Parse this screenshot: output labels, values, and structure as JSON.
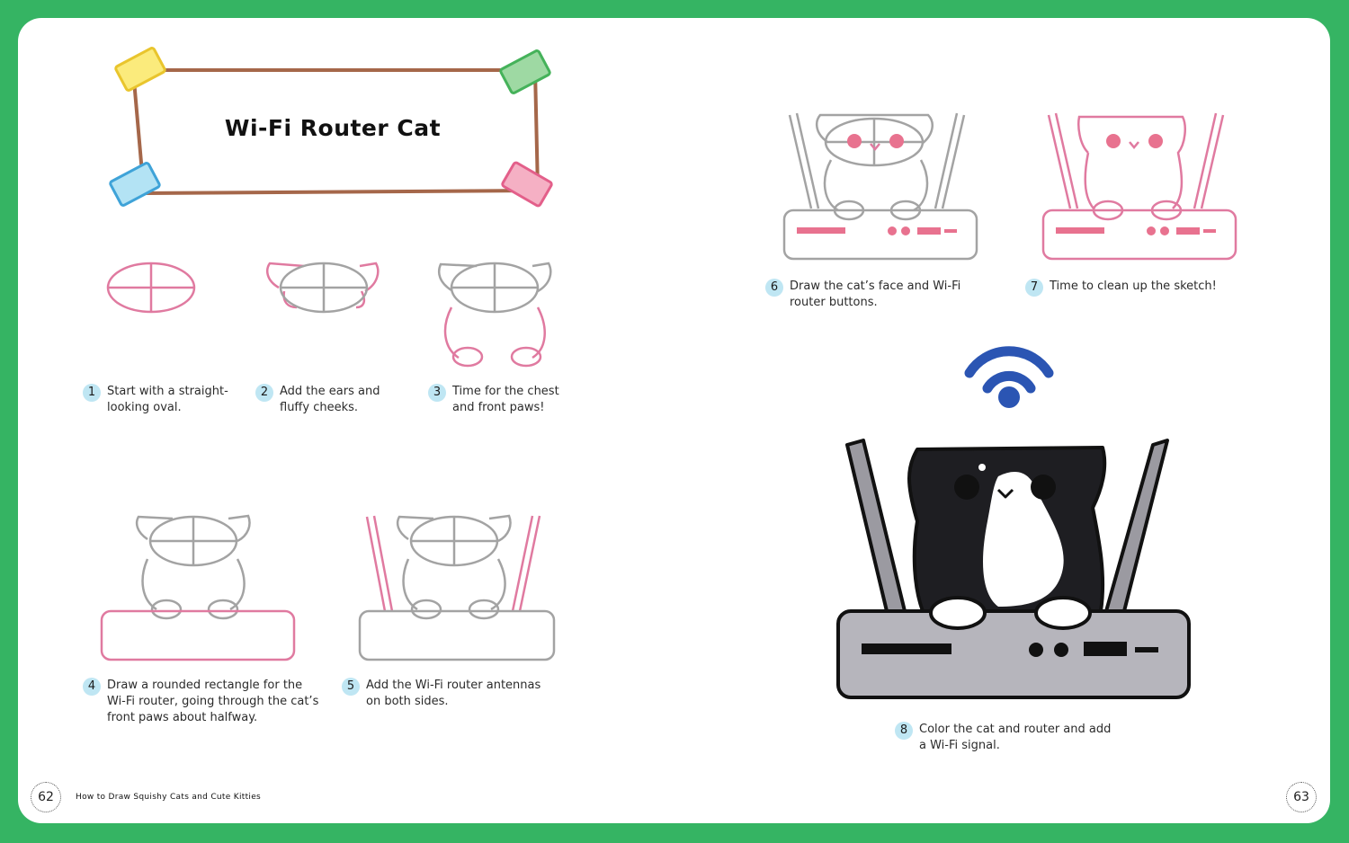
{
  "title": "Wi-Fi Router Cat",
  "steps": [
    {
      "num": "1",
      "text": "Start with a straight-\nlooking oval."
    },
    {
      "num": "2",
      "text": "Add the ears and\nfluffy cheeks."
    },
    {
      "num": "3",
      "text": "Time for the chest\nand front paws!"
    },
    {
      "num": "4",
      "text": "Draw a rounded rectangle for the\nWi-Fi router, going through the cat’s\nfront paws about halfway."
    },
    {
      "num": "5",
      "text": "Add the Wi-Fi router antennas\non both sides."
    },
    {
      "num": "6",
      "text": "Draw the cat’s face and Wi-Fi\nrouter buttons."
    },
    {
      "num": "7",
      "text": "Time to clean up the sketch!"
    },
    {
      "num": "8",
      "text": "Color the cat and router and add\na Wi-Fi signal."
    }
  ],
  "footer": {
    "left_page": "62",
    "right_page": "63",
    "book_title": "How to Draw Squishy Cats and Cute Kitties"
  },
  "colors": {
    "background": "#35b463",
    "pink": "#e07aa0",
    "gray": "#a3a3a3",
    "frame": "#a5674a",
    "wifi": "#2b55b3",
    "router": "#b6b5bc"
  }
}
